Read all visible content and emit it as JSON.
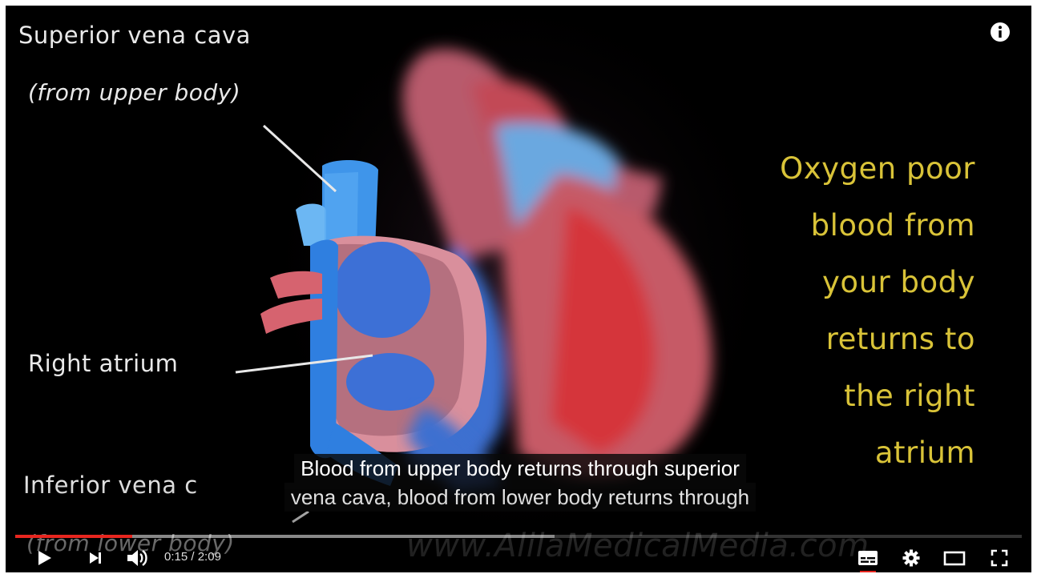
{
  "video": {
    "labels": {
      "superior_vena_cava": "Superior vena cava",
      "superior_sub": "(from upper body)",
      "right_atrium": "Right atrium",
      "inferior_vena_cava": "Inferior vena c",
      "inferior_sub": "(from lower body)"
    },
    "side_text": [
      "Oxygen poor",
      "blood from",
      "your body",
      "returns to",
      "the right",
      "atrium"
    ],
    "watermark": "www.AlilaMedicalMedia.com",
    "captions": [
      "Blood from upper body returns through superior",
      "vena cava, blood from lower body returns through"
    ]
  },
  "controls": {
    "time_current": "0:15",
    "time_separator": " / ",
    "time_total": "2:09",
    "played_fraction": 0.116,
    "loaded_fraction": 0.536,
    "progress_color": "#e8261f",
    "icons": [
      "play-icon",
      "next-icon",
      "volume-icon",
      "subtitles-icon",
      "settings-gear-icon",
      "theater-mode-icon",
      "fullscreen-icon",
      "info-icon"
    ]
  },
  "colors": {
    "side_text": "#d9c338",
    "caption_bg": "#080808",
    "player_bg": "#000000"
  }
}
